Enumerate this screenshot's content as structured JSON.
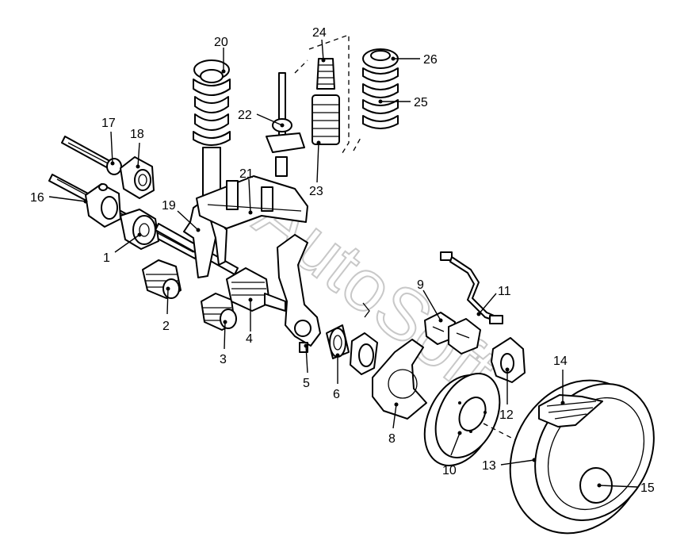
{
  "watermark": "AutoSoft",
  "colors": {
    "line": "#000000",
    "background": "#ffffff",
    "watermark": "#c8c8c8"
  },
  "callouts": {
    "c1": "1",
    "c2": "2",
    "c3": "3",
    "c4": "4",
    "c5": "5",
    "c6": "6",
    "c8": "8",
    "c9": "9",
    "c10": "10",
    "c11": "11",
    "c12": "12",
    "c13": "13",
    "c14": "14",
    "c15": "15",
    "c16": "16",
    "c17": "17",
    "c18": "18",
    "c19": "19",
    "c20": "20",
    "c21": "21",
    "c22": "22",
    "c23": "23",
    "c24": "24",
    "c25": "25",
    "c26": "26"
  }
}
